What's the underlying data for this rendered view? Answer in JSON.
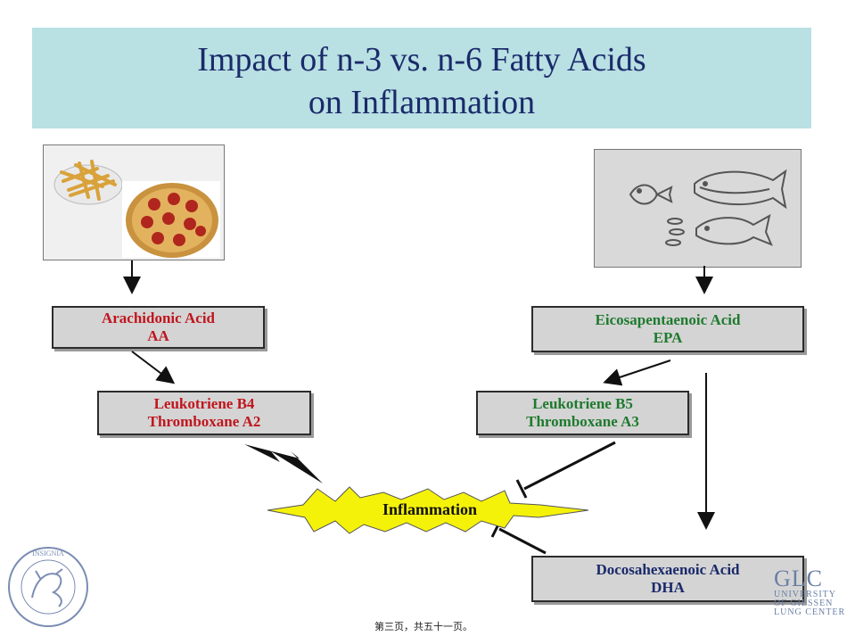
{
  "title": {
    "line1": "Impact of n-3 vs. n-6 Fatty Acids",
    "line2": "on Inflammation"
  },
  "boxes": {
    "aa": {
      "line1": "Arachidonic Acid",
      "line2": "AA"
    },
    "lt_b4": {
      "line1": "Leukotriene B4",
      "line2": "Thromboxane A2"
    },
    "epa": {
      "line1": "Eicosapentaenoic Acid",
      "line2": "EPA"
    },
    "lt_b5": {
      "line1": "Leukotriene B5",
      "line2": "Thromboxane A3"
    },
    "dha": {
      "line1": "Docosahexaenoic Acid",
      "line2": "DHA"
    }
  },
  "center": {
    "label": "Inflammation"
  },
  "logo": {
    "big": "GLC",
    "small1": "UNIVERSITY",
    "small2": "OF GIESSEN",
    "small3": "LUNG CENTER"
  },
  "seal": {
    "text": "MEDICA INSIGNIA FACULTATIS"
  },
  "footer": "第三页，共五十一页。",
  "colors": {
    "title_band": "#b9e0e3",
    "title_text": "#1a2a6a",
    "n6_text": "#c0161e",
    "n3_text": "#1e7a2e",
    "box_fill": "#d4d4d4",
    "flame": "#f5f20a"
  }
}
